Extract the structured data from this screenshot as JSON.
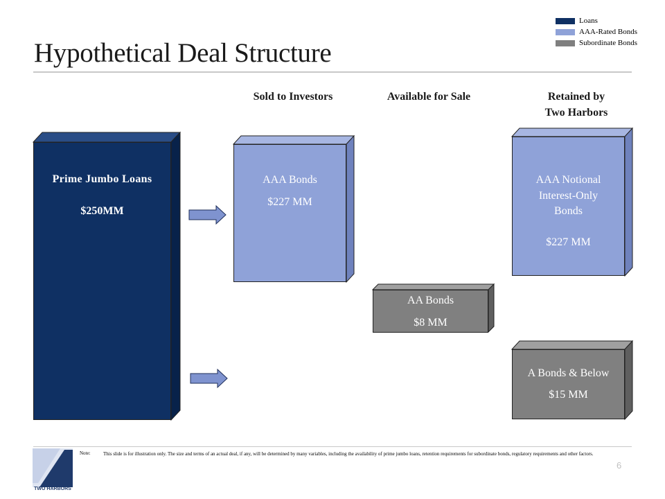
{
  "legend": {
    "items": [
      {
        "label": "Loans",
        "color": "#0f3063"
      },
      {
        "label": "AAA-Rated Bonds",
        "color": "#8fa2d8"
      },
      {
        "label": "Subordinate Bonds",
        "color": "#7f7f7f"
      }
    ]
  },
  "title": "Hypothetical Deal Structure",
  "columns": {
    "sold": "Sold to Investors",
    "available": "Available for Sale",
    "retained_line1": "Retained by",
    "retained_line2": "Two Harbors"
  },
  "boxes": {
    "loans": {
      "name": "Prime Jumbo Loans",
      "amount": "$250MM"
    },
    "aaa": {
      "name": "AAA Bonds",
      "amount": "$227 MM"
    },
    "aa": {
      "name": "AA Bonds",
      "amount": "$8 MM"
    },
    "io": {
      "line1": "AAA Notional",
      "line2": "Interest-Only",
      "line3": "Bonds",
      "amount": "$227 MM"
    },
    "sub": {
      "name": "A Bonds & Below",
      "amount": "$15 MM"
    }
  },
  "footer": {
    "note_label": "Note:",
    "note_text": "This slide is for illustration only. The size and terms of an actual deal, if any, will be determined by many variables, including the availability of prime jumbo loans, retention requirements for subordinate bonds, regulatory requirements and other factors.",
    "page_number": "6",
    "logo_text": "TWO HARBORS"
  },
  "colors": {
    "loans": "#0f3063",
    "aaa": "#8fa2d8",
    "sub": "#808080",
    "rule": "#c8c8c8"
  }
}
